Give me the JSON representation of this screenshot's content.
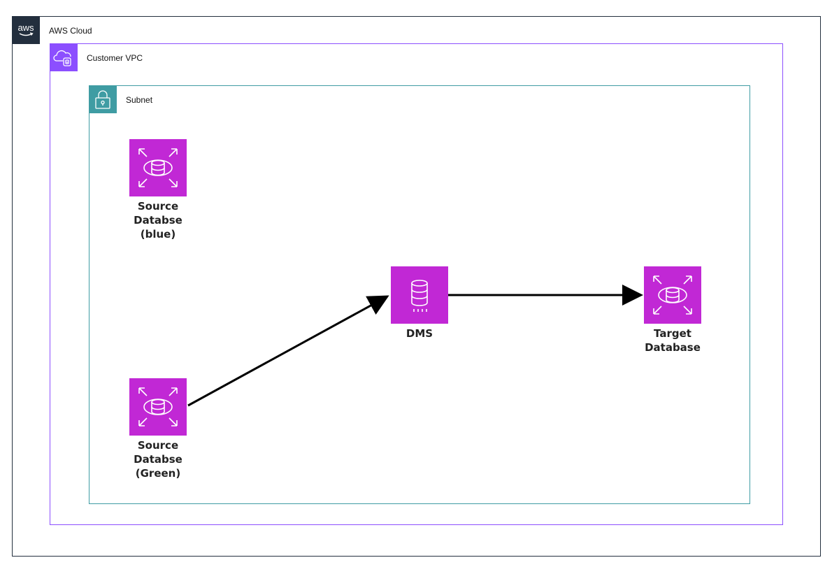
{
  "groups": {
    "cloud": {
      "label": "AWS Cloud",
      "icon": "aws-logo-icon",
      "color": "#232f3e"
    },
    "vpc": {
      "label": "Customer VPC",
      "icon": "vpc-cloud-icon",
      "color": "#8c4fff"
    },
    "subnet": {
      "label": "Subnet",
      "icon": "subnet-lock-icon",
      "color": "#3f9ca3"
    }
  },
  "nodes": {
    "source_blue": {
      "label": "Source\nDatabse\n(blue)",
      "icon": "rds-database-icon",
      "color": "#c128d5"
    },
    "source_green": {
      "label": "Source\nDatabse\n(Green)",
      "icon": "rds-database-icon",
      "color": "#c128d5"
    },
    "dms": {
      "label": "DMS",
      "icon": "dms-database-icon",
      "color": "#c128d5"
    },
    "target": {
      "label": "Target\nDatabase",
      "icon": "rds-database-icon",
      "color": "#c128d5"
    }
  },
  "edges": [
    {
      "from": "source_green",
      "to": "dms"
    },
    {
      "from": "dms",
      "to": "target"
    }
  ]
}
